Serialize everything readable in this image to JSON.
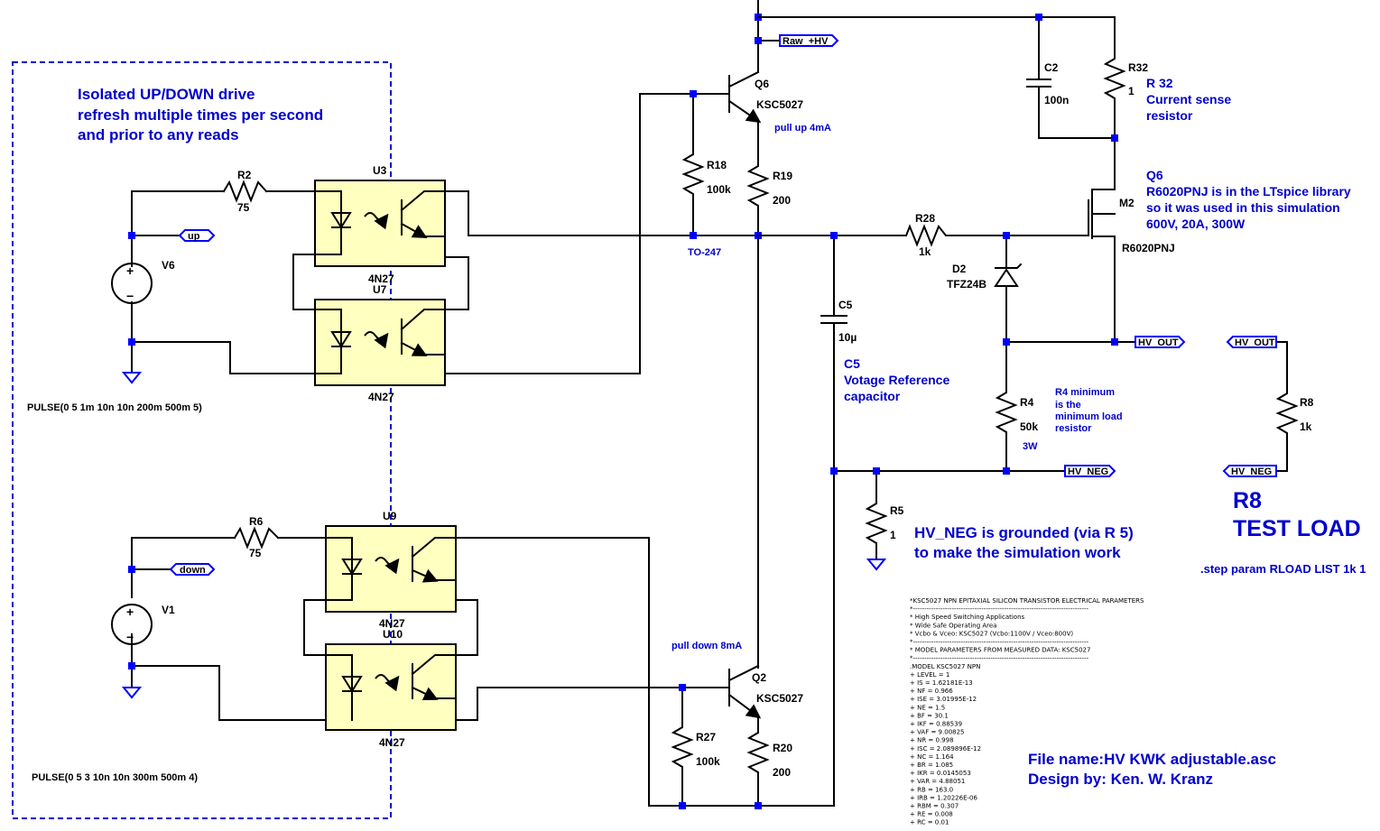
{
  "components": {
    "R2": {
      "name": "R2",
      "value": "75"
    },
    "R6": {
      "name": "R6",
      "value": "75"
    },
    "R18": {
      "name": "R18",
      "value": "100k"
    },
    "R19": {
      "name": "R19",
      "value": "200"
    },
    "R27": {
      "name": "R27",
      "value": "100k"
    },
    "R20": {
      "name": "R20",
      "value": "200"
    },
    "R28": {
      "name": "R28",
      "value": "1k"
    },
    "R32": {
      "name": "R32",
      "value": "1"
    },
    "R4": {
      "name": "R4",
      "value": "50k",
      "extra": "3W"
    },
    "R5": {
      "name": "R5",
      "value": "1"
    },
    "R8": {
      "name": "R8",
      "value": "1k"
    },
    "C2": {
      "name": "C2",
      "value": "100n"
    },
    "C5": {
      "name": "C5",
      "value": "10µ"
    },
    "D2": {
      "name": "D2",
      "value": "TFZ24B"
    },
    "Q6": {
      "name": "Q6",
      "value": "KSC5027"
    },
    "Q2": {
      "name": "Q2",
      "value": "KSC5027"
    },
    "M2": {
      "name": "M2",
      "value": "R6020PNJ"
    },
    "V6": {
      "name": "V6",
      "value": "PULSE(0 5 1m 10n 10n 200m 500m 5)"
    },
    "V1": {
      "name": "V1",
      "value": "PULSE(0 5 3 10n 10n 300m 500m 4)"
    },
    "U3": {
      "name": "U3",
      "value": "4N27"
    },
    "U7": {
      "name": "U7",
      "value": "4N27"
    },
    "U9": {
      "name": "U9",
      "value": "4N27"
    },
    "U10": {
      "name": "U10",
      "value": "4N27"
    }
  },
  "nets": {
    "up": "up",
    "down": "down",
    "raw_hv": "Raw_+HV",
    "hv_out": "HV_OUT",
    "hv_out2": "HV_OUT",
    "hv_neg": "HV_NEG",
    "hv_neg2": "HV_NEG"
  },
  "notes": {
    "drive_title": [
      "Isolated UP/DOWN drive",
      "refresh multiple times per second",
      "and prior to any reads"
    ],
    "pull_up": "pull up 4mA",
    "pull_down": "pull down 8mA",
    "package": "TO-247",
    "r32_note": [
      "R 32",
      "Current sense",
      "resistor"
    ],
    "q6_note": [
      "Q6",
      "R6020PNJ is in the LTspice library",
      "so it was used in this simulation",
      "600V, 20A, 300W"
    ],
    "c5_note": [
      "C5",
      "Votage Reference",
      "capacitor"
    ],
    "r4_note": [
      "R4 minimum",
      "is the",
      "minimum  load",
      "resistor"
    ],
    "hv_neg_note": [
      "HV_NEG is grounded (via R 5)",
      "to make the simulation work"
    ],
    "r8_title": [
      "R8",
      "TEST LOAD"
    ],
    "step": ".step param RLOAD LIST 1k 1",
    "file_name": "File name:HV KWK adjustable.asc",
    "designer": "Design by: Ken. W. Kranz"
  },
  "model_text": [
    "*KSC5027 NPN EPITAXIAL SILICON TRANSISTOR ELECTRICAL PARAMETERS",
    "*-----------------------------------------------------------------------------",
    "* High Speed Switching Applications",
    "* Wide Safe Operating Area",
    "* Vcbo & Vceo: KSC5027 (Vcbo:1100V / Vceo:800V)",
    "*-----------------------------------------------------------------------------",
    "* MODEL PARAMETERS FROM MEASURED DATA: KSC5027",
    "*-----------------------------------------------------------------------------",
    ".MODEL  KSC5027 NPN",
    "+ LEVEL = 1",
    "+ IS    = 1.62181E-13",
    "+ NF    = 0.966",
    "+ ISE   = 3.01995E-12",
    "+ NE    = 1.5",
    "+ BF    = 30.1",
    "+ IKF   = 0.88539",
    "+ VAF   = 9.00825",
    "+ NR    = 0.998",
    "+ ISC   = 2.089896E-12",
    "+ NC    = 1.164",
    "+ BR    = 1.085",
    "+ IKR   = 0.0145053",
    "+ VAR   = 4.88051",
    "+ RB    = 163.0",
    "+ IRB   = 1.20226E-06",
    "+ RBM   = 0.307",
    "+ RE    = 0.008",
    "+ RC    = 0.01"
  ],
  "colors": {
    "wire": "#000000",
    "junction": "#0000ff",
    "annotation": "#0000cc",
    "opto_fill": "#ffffc0",
    "dashed_box": "#0000cc"
  }
}
